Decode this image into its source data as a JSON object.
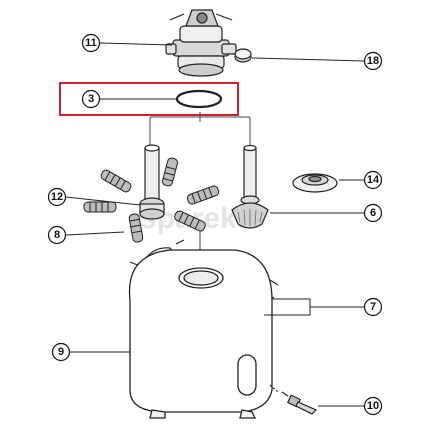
{
  "watermark": "spareka",
  "highlight_color": "#d0202a",
  "parts": [
    {
      "id": "valve",
      "label": "11",
      "icon": "multiport-valve"
    },
    {
      "id": "valve-cap",
      "label": "18",
      "icon": "cap"
    },
    {
      "id": "o-ring",
      "label": "3",
      "icon": "o-ring",
      "highlighted": true
    },
    {
      "id": "cover",
      "label": "14",
      "icon": "diffuser-cover"
    },
    {
      "id": "hub",
      "label": "12",
      "icon": "lateral-hub"
    },
    {
      "id": "lateral",
      "label": "8",
      "icon": "lateral"
    },
    {
      "id": "standpipe",
      "label": "6",
      "icon": "standpipe-diffuser"
    },
    {
      "id": "clamp",
      "label": "7",
      "icon": "clamp-screws"
    },
    {
      "id": "tank",
      "label": "9",
      "icon": "filter-tank"
    },
    {
      "id": "drain",
      "label": "10",
      "icon": "drain-plug"
    }
  ]
}
